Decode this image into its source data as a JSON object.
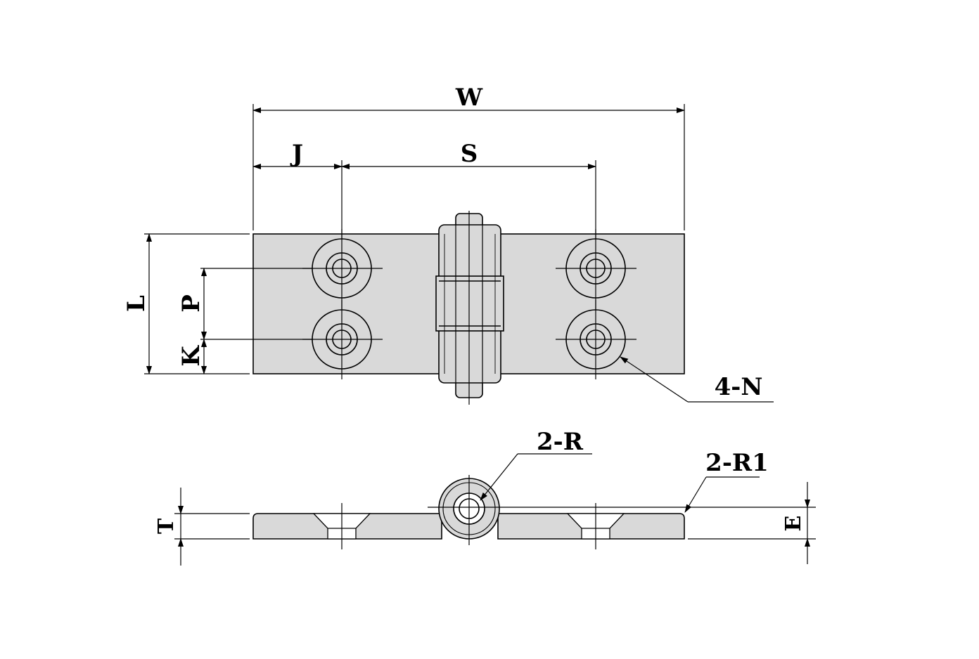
{
  "labels": {
    "width": "W",
    "offset_j": "J",
    "spacing_s": "S",
    "length": "L",
    "pitch_p": "P",
    "edge_k": "K",
    "holes": "4-N",
    "knuckle_radius": "2-R",
    "corner_radius": "2-R1",
    "thickness": "T",
    "height_e": "E"
  },
  "colors": {
    "plate_fill": "#d9d9d9",
    "line": "#000000"
  }
}
